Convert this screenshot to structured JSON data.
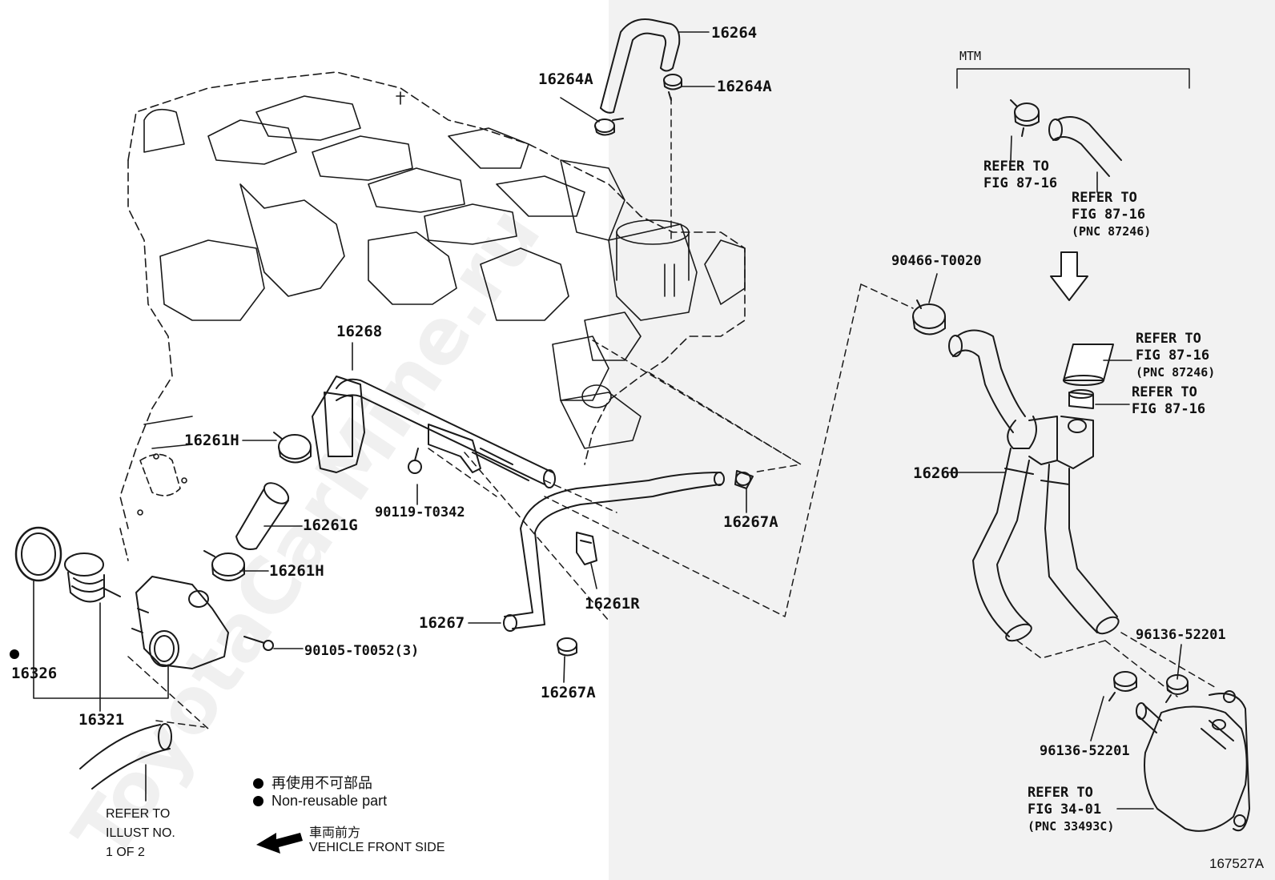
{
  "labels": {
    "p16264": "16264",
    "p16264A_left": "16264A",
    "p16264A_right": "16264A",
    "p16268": "16268",
    "p16261H_top": "16261H",
    "p16261G": "16261G",
    "p16261H_bottom": "16261H",
    "p90119": "90119-T0342",
    "p16267A_right": "16267A",
    "p16261R": "16261R",
    "p16267": "16267",
    "p16267A_bottom": "16267A",
    "p90105": "90105-T0052(3)",
    "p16326": "16326",
    "p16321": "16321",
    "p90466": "90466-T0020",
    "p16260": "16260",
    "p96136_top": "96136-52201",
    "p96136_bottom": "96136-52201",
    "mtm": "MTM",
    "figure_number": "167527A"
  },
  "refers": {
    "mtm_left": [
      "REFER TO",
      "FIG 87-16"
    ],
    "mtm_right": [
      "REFER TO",
      "FIG 87-16",
      "(PNC 87246)"
    ],
    "mid_upper": [
      "REFER TO",
      "FIG 87-16",
      "(PNC 87246)"
    ],
    "mid_lower": [
      "REFER TO",
      "FIG 87-16"
    ],
    "cooler": [
      "REFER TO",
      "FIG 34-01",
      "(PNC 33493C)"
    ],
    "illust": [
      "REFER TO",
      "ILLUST NO.",
      "1 OF 2"
    ]
  },
  "legend": {
    "non_reusable_jp": "再使用不可部品",
    "non_reusable_en": "Non-reusable part",
    "front_jp": "車両前方",
    "front_en": "VEHICLE FRONT SIDE"
  },
  "watermark": "ToyotaCarMine.ru",
  "colors": {
    "line": "#1a1a1a",
    "panel": "#f2f2f2"
  }
}
